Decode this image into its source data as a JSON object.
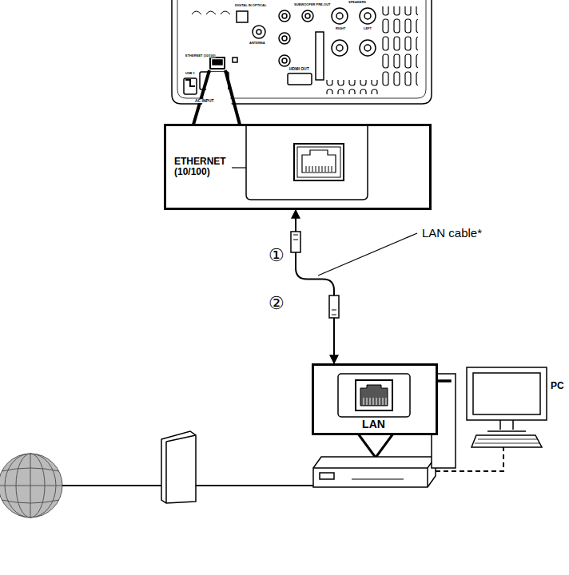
{
  "diagram": {
    "nodes": [
      {
        "text": [
          "ETHERNET (10/100)"
        ]
      },
      {
        "text": [
          "LAN"
        ]
      }
    ],
    "edges": [
      {
        "from": 0,
        "to": 1,
        "arrow": "both"
      }
    ],
    "labels": [
      "LAN cable*",
      "①",
      "②",
      "PC",
      "AC INPUT",
      "DIGITAL IN OPTICAL",
      "ANTENNA",
      "SUBWOOFER PRE-OUT",
      "SPEAKERS",
      "RIGHT",
      "LEFT",
      "ETHERNET (10/100)",
      "USB 1",
      "HDMI OUT"
    ]
  }
}
